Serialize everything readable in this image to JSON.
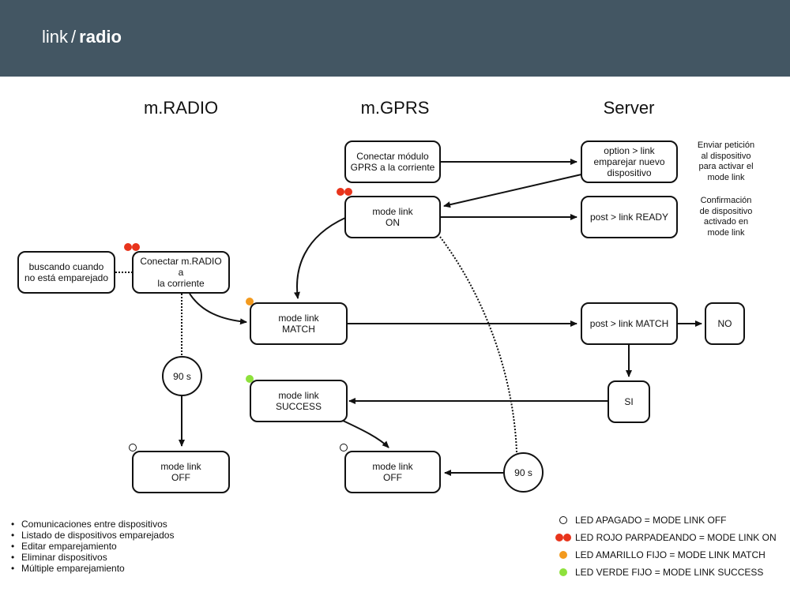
{
  "header": {
    "prefix": "link",
    "separator": "/",
    "strong": "radio"
  },
  "columns": {
    "radio": "m.RADIO",
    "gprs": "m.GPRS",
    "server": "Server"
  },
  "nodes": {
    "buscando": "buscando cuando\nno está emparejado",
    "conectar_radio": "Conectar m.RADIO a\nla corriente",
    "timer_radio": "90 s",
    "radio_off": "mode link\nOFF",
    "conectar_gprs": "Conectar módulo\nGPRS a la corriente",
    "gprs_on": "mode link\nON",
    "match": "mode link\nMATCH",
    "success": "mode link\nSUCCESS",
    "gprs_off": "mode link\nOFF",
    "timer_gprs": "90 s",
    "server_option": "option > link\nemparejar nuevo\ndispositivo",
    "server_ready": "post > link READY",
    "server_match": "post > link MATCH",
    "no": "NO",
    "si": "SI"
  },
  "notes": {
    "enviar": "Enviar petición\nal dispositivo\npara activar el\nmode link",
    "confirmacion": "Confirmación\nde dispositivo\nactivado en\nmode link"
  },
  "features": [
    "Comunicaciones entre dispositivos",
    "Listado de dispositivos emparejados",
    "Editar emparejamiento",
    "Eliminar dispositivos",
    "Múltiple emparejamiento"
  ],
  "legend": [
    {
      "led": "off",
      "text": "LED APAGADO = MODE LINK OFF"
    },
    {
      "led": "red-blink",
      "text": "LED ROJO PARPADEANDO = MODE LINK ON"
    },
    {
      "led": "orange",
      "text": "LED AMARILLO FIJO = MODE LINK MATCH"
    },
    {
      "led": "green",
      "text": "LED VERDE FIJO = MODE LINK SUCCESS"
    }
  ],
  "colors": {
    "header_bg": "#435663",
    "led_red": "#e8341c",
    "led_orange": "#f39a1e",
    "led_green": "#8ee13c"
  }
}
